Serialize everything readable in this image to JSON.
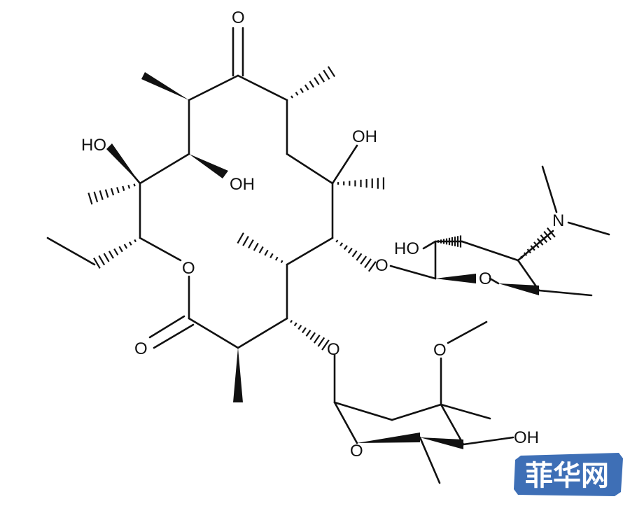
{
  "diagram": {
    "atom_labels": {
      "ketone_o": "O",
      "ring_o": "O",
      "lactone_o": "O",
      "ho_left": "HO",
      "oh_mid": "OH",
      "oh_top": "OH",
      "ho_desosamine": "HO",
      "n_amine": "N",
      "desosamine_link_o": "O",
      "desosamine_ring_o": "O",
      "cladinose_link_o": "O",
      "cladinose_ring_o": "O",
      "methoxy_o": "O",
      "oh_cladinose": "OH"
    }
  },
  "watermark": {
    "text": "菲华网",
    "badge_color": "#3E6FB6",
    "text_color": "#ffffff"
  }
}
